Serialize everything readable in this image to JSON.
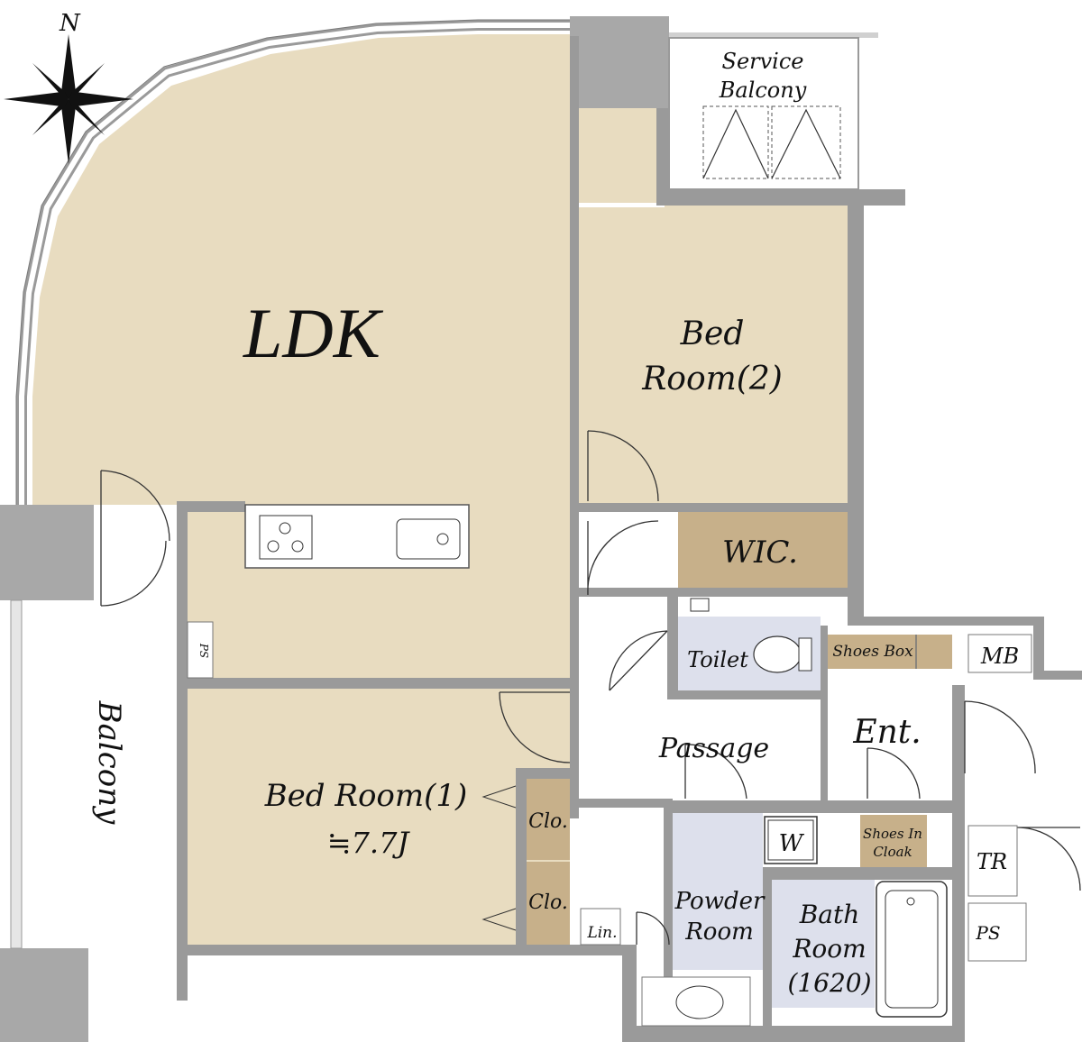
{
  "compass": {
    "north_label": "N"
  },
  "rooms": {
    "ldk": "LDK",
    "bedroom2_line1": "Bed",
    "bedroom2_line2": "Room(2)",
    "wic": "WIC.",
    "toilet": "Toilet",
    "shoes_box": "Shoes Box",
    "mb": "MB",
    "passage": "Passage",
    "entrance": "Ent.",
    "bedroom1": "Bed Room(1)",
    "bedroom1_size": "≒7.7J",
    "closet_upper": "Clo.",
    "closet_lower": "Clo.",
    "shoes_in_cloak_line1": "Shoes In",
    "shoes_in_cloak_line2": "Cloak",
    "washer": "W",
    "powder_line1": "Powder",
    "powder_line2": "Room",
    "bath_line1": "Bath",
    "bath_line2": "Room",
    "bath_line3": "(1620)",
    "linen": "Lin.",
    "tr": "TR",
    "ps_right": "PS",
    "ps_left": "PS",
    "balcony": "Balcony",
    "service_balcony_line1": "Service",
    "service_balcony_line2": "Balcony"
  },
  "colors": {
    "living_floor": "#e8dcc0",
    "closet_fill": "#c7b08a",
    "wet_area_fill": "#dde0ec",
    "wall": "#9a9a9a",
    "pillar": "#a8a8a8"
  }
}
